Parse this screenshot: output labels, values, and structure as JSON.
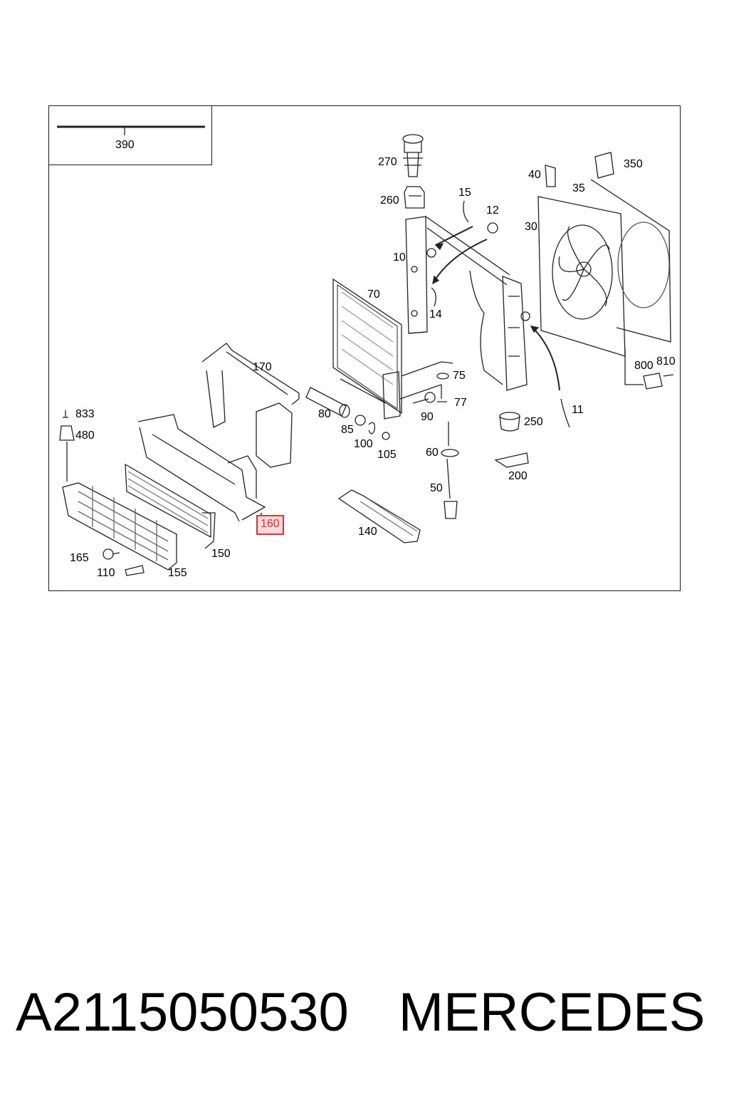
{
  "footer": {
    "part_number": "A2115050530",
    "brand": "MERCEDES"
  },
  "highlight": "160",
  "callouts": [
    {
      "id": "390",
      "text": "390"
    },
    {
      "id": "270",
      "text": "270"
    },
    {
      "id": "260",
      "text": "260"
    },
    {
      "id": "15",
      "text": "15"
    },
    {
      "id": "12",
      "text": "12"
    },
    {
      "id": "10",
      "text": "10"
    },
    {
      "id": "14",
      "text": "14"
    },
    {
      "id": "70",
      "text": "70"
    },
    {
      "id": "40",
      "text": "40"
    },
    {
      "id": "350",
      "text": "350"
    },
    {
      "id": "35",
      "text": "35"
    },
    {
      "id": "30",
      "text": "30"
    },
    {
      "id": "800",
      "text": "800"
    },
    {
      "id": "810",
      "text": "810"
    },
    {
      "id": "170",
      "text": "170"
    },
    {
      "id": "75",
      "text": "75"
    },
    {
      "id": "77",
      "text": "77"
    },
    {
      "id": "90",
      "text": "90"
    },
    {
      "id": "80",
      "text": "80"
    },
    {
      "id": "85",
      "text": "85"
    },
    {
      "id": "100",
      "text": "100"
    },
    {
      "id": "105",
      "text": "105"
    },
    {
      "id": "11",
      "text": "11"
    },
    {
      "id": "250",
      "text": "250"
    },
    {
      "id": "60",
      "text": "60"
    },
    {
      "id": "200",
      "text": "200"
    },
    {
      "id": "50",
      "text": "50"
    },
    {
      "id": "833",
      "text": "833"
    },
    {
      "id": "480",
      "text": "480"
    },
    {
      "id": "160",
      "text": "160"
    },
    {
      "id": "140",
      "text": "140"
    },
    {
      "id": "150",
      "text": "150"
    },
    {
      "id": "165",
      "text": "165"
    },
    {
      "id": "110",
      "text": "110"
    },
    {
      "id": "155",
      "text": "155"
    }
  ]
}
